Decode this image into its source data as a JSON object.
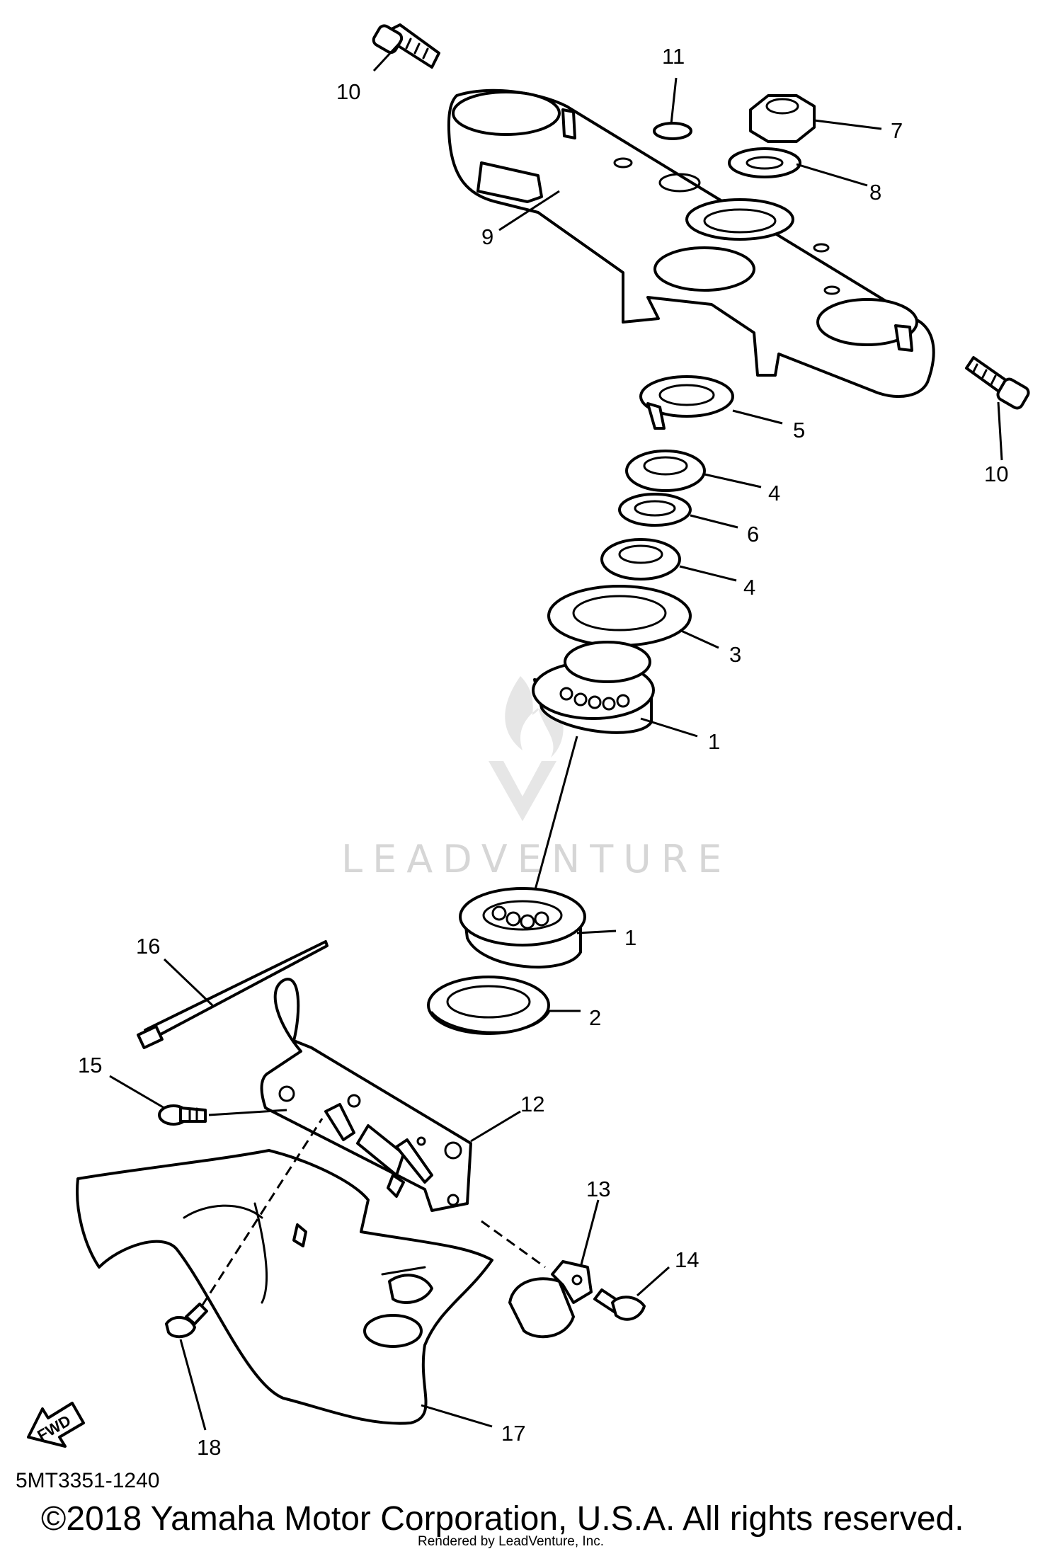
{
  "callouts": [
    {
      "num": "1",
      "label": "1"
    },
    {
      "num": "1",
      "label": "1"
    },
    {
      "num": "2",
      "label": "2"
    },
    {
      "num": "3",
      "label": "3"
    },
    {
      "num": "4",
      "label": "4"
    },
    {
      "num": "4",
      "label": "4"
    },
    {
      "num": "5",
      "label": "5"
    },
    {
      "num": "6",
      "label": "6"
    },
    {
      "num": "7",
      "label": "7"
    },
    {
      "num": "8",
      "label": "8"
    },
    {
      "num": "9",
      "label": "9"
    },
    {
      "num": "10",
      "label": "10"
    },
    {
      "num": "10",
      "label": "10"
    },
    {
      "num": "11",
      "label": "11"
    },
    {
      "num": "12",
      "label": "12"
    },
    {
      "num": "13",
      "label": "13"
    },
    {
      "num": "14",
      "label": "14"
    },
    {
      "num": "15",
      "label": "15"
    },
    {
      "num": "16",
      "label": "16"
    },
    {
      "num": "17",
      "label": "17"
    },
    {
      "num": "18",
      "label": "18"
    }
  ],
  "fwd_label": "FWD",
  "watermark": "LEADVENTURE",
  "reference_code": "5MT3351-1240",
  "copyright": "©2018 Yamaha Motor Corporation, U.S.A. All rights reserved.",
  "rendered_by": "Rendered by LeadVenture, Inc."
}
